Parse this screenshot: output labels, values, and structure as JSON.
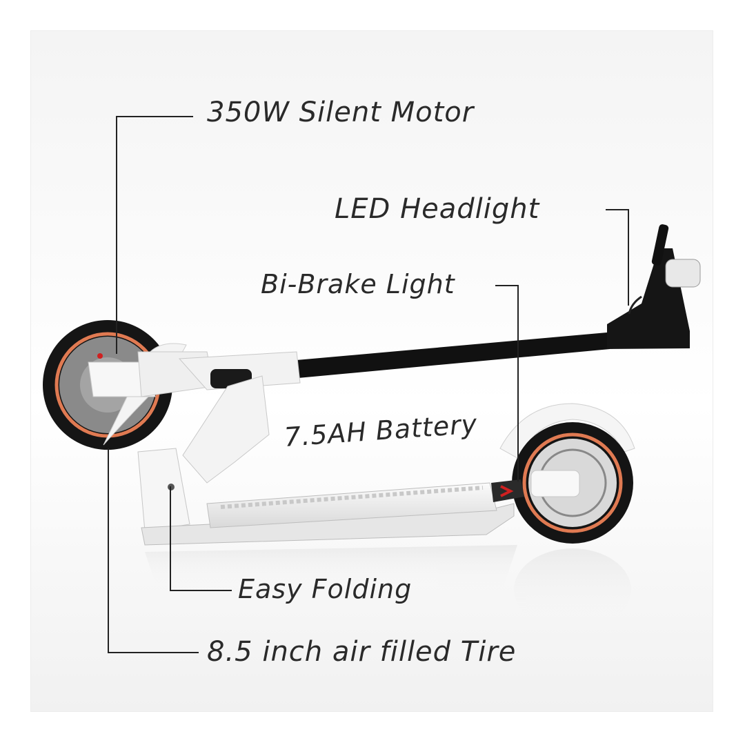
{
  "callouts": {
    "motor": "350W  Silent Motor",
    "headlight": "LED  Headlight",
    "brake_light": "Bi-Brake Light",
    "battery": "7.5AH Battery",
    "folding": "Easy Folding",
    "tire": "8.5 inch air filled Tire"
  },
  "colors": {
    "tire_accent": "#e07a52",
    "body": "#f2f2f2",
    "stem": "#111111",
    "tail_light": "#d02020"
  }
}
